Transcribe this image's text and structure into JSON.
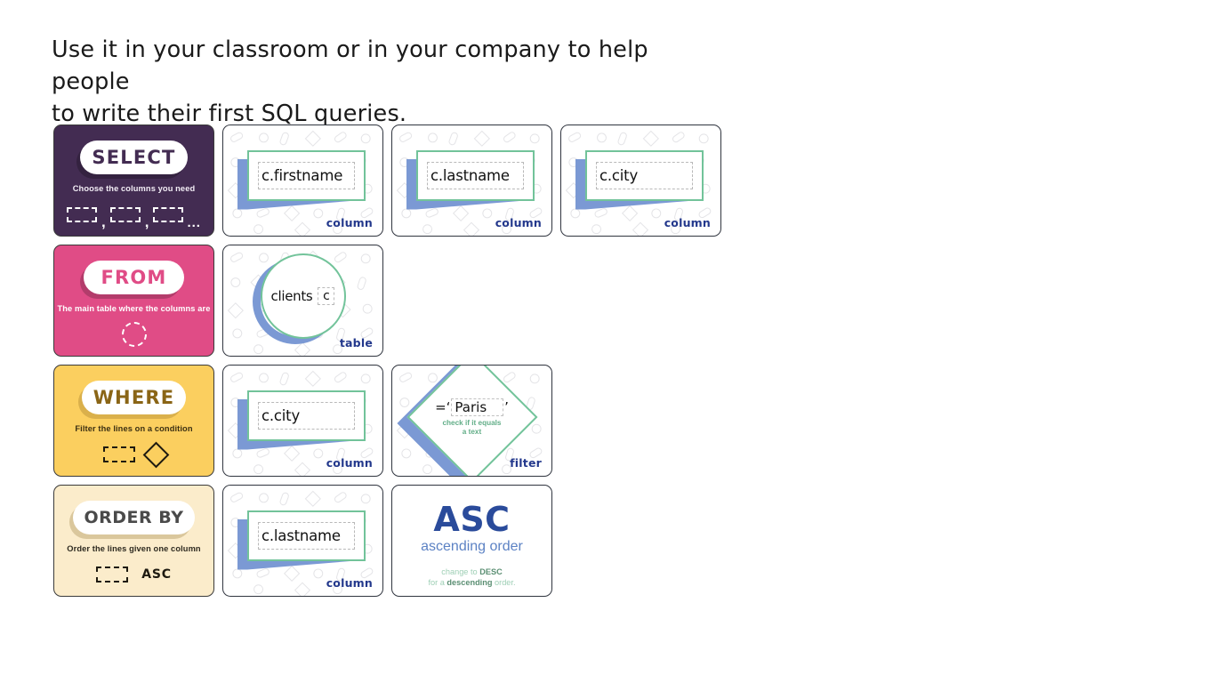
{
  "headline": {
    "line1": "Use it in your classroom or in your company to help people",
    "line2": "to write their first SQL queries."
  },
  "colors": {
    "select_bg": "#432c52",
    "from_bg": "#e04c86",
    "where_bg": "#fbcf5f",
    "orderby_bg": "#fbeccb",
    "tag_blue": "#23388c",
    "box_green": "#72c39a",
    "shadow_blue": "#7b99d4",
    "asc_blue": "#2a4b9b",
    "asc_sub_blue": "#5c82c4",
    "note_green": "#9ecfb5"
  },
  "rows": [
    {
      "keyword": {
        "name": "select",
        "label": "SELECT",
        "description": "Choose the columns you need",
        "glyphs": [
          "dashed-box",
          "comma",
          "dashed-box",
          "comma",
          "dashed-box",
          "ellipsis"
        ]
      },
      "elements": [
        {
          "type": "column",
          "text": "c.firstname",
          "tag": "column"
        },
        {
          "type": "column",
          "text": "c.lastname",
          "tag": "column"
        },
        {
          "type": "column",
          "text": "c.city",
          "tag": "column"
        }
      ]
    },
    {
      "keyword": {
        "name": "from",
        "label": "FROM",
        "description": "The main table where the columns are",
        "glyphs": [
          "dashed-circle"
        ]
      },
      "elements": [
        {
          "type": "table",
          "text": "clients",
          "alias": "c",
          "tag": "table"
        }
      ]
    },
    {
      "keyword": {
        "name": "where",
        "label": "WHERE",
        "description": "Filter the lines on a condition",
        "glyphs": [
          "dashed-box",
          "diamond"
        ]
      },
      "elements": [
        {
          "type": "column",
          "text": "c.city",
          "tag": "column"
        },
        {
          "type": "filter",
          "operator": "=",
          "open_quote": "‘",
          "value": "Paris",
          "close_quote": "’",
          "subtitle_line1": "check if it equals",
          "subtitle_line2": "a text",
          "tag": "filter"
        }
      ]
    },
    {
      "keyword": {
        "name": "order-by",
        "label": "ORDER  BY",
        "description": "Order the lines given one column",
        "glyphs": [
          "dashed-box",
          "asc-label"
        ],
        "asc_label": "ASC"
      },
      "elements": [
        {
          "type": "column",
          "text": "c.lastname",
          "tag": "column"
        },
        {
          "type": "asc",
          "title": "ASC",
          "subtitle": "ascending order",
          "note_prefix": "change to ",
          "note_strong1": "DESC",
          "note_mid": "for a ",
          "note_strong2": "descending",
          "note_suffix": " order."
        }
      ]
    }
  ]
}
